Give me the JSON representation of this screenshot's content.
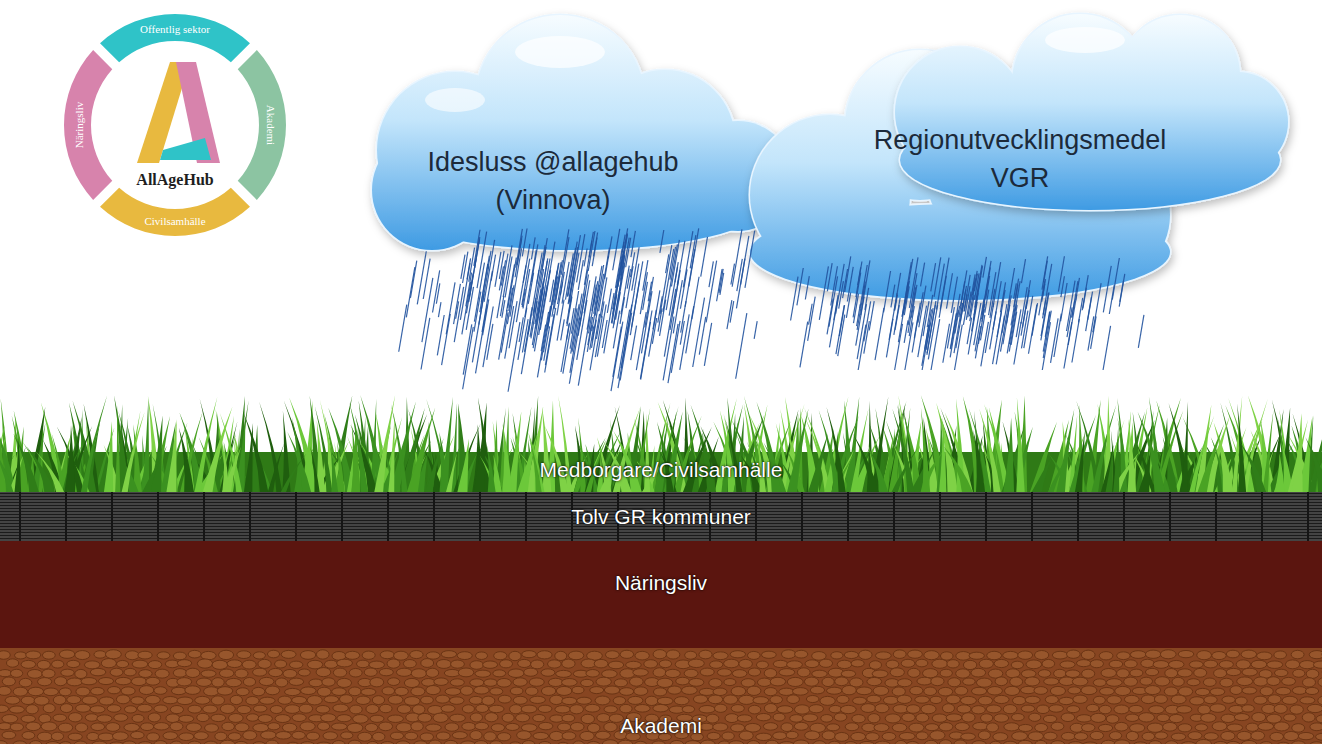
{
  "diagram": {
    "nodes": [
      {
        "text": [
          "AllAgeHub"
        ]
      },
      {
        "text": [
          "Offentlig sektor"
        ],
        "in": 0
      },
      {
        "text": [
          "Akademi"
        ],
        "in": 0
      },
      {
        "text": [
          "Civilsamhälle"
        ],
        "in": 0
      },
      {
        "text": [
          "Näringsliv"
        ],
        "in": 0
      },
      {
        "text": [
          "Idesluss @allagehub (Vinnova)"
        ]
      },
      {
        "text": [
          "Regionutvecklingsmedel VGR"
        ]
      },
      {
        "text": [
          "Medborgare/Civilsamhälle"
        ]
      },
      {
        "text": [
          "Tolv GR kommuner"
        ]
      },
      {
        "text": [
          "Näringsliv"
        ]
      },
      {
        "text": [
          "Akademi"
        ]
      }
    ]
  }
}
